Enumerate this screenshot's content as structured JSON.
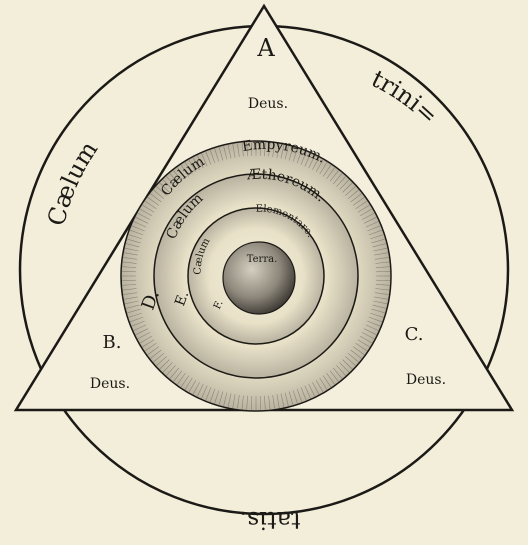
{
  "diagram": {
    "outer_circle_text": {
      "left": "Cælum",
      "right": "trini=",
      "bottom": "tatis."
    },
    "triangle_vertices": {
      "top": {
        "letter": "A",
        "word": "Deus."
      },
      "left": {
        "letter": "B.",
        "word": "Deus."
      },
      "right": {
        "letter": "C.",
        "word": "Deus."
      }
    },
    "rings": [
      {
        "letter": "D.",
        "text": "Cælum",
        "sub": "Empyreum."
      },
      {
        "letter": "E.",
        "text": "Cælum",
        "sub": "Æthereum."
      },
      {
        "letter": "F.",
        "text": "Cælum",
        "sub": "Elementare."
      }
    ],
    "center": "Terra."
  },
  "colors": {
    "paper": "#f3eeda",
    "ink": "#1c1a16",
    "shade": "#8a857a"
  }
}
